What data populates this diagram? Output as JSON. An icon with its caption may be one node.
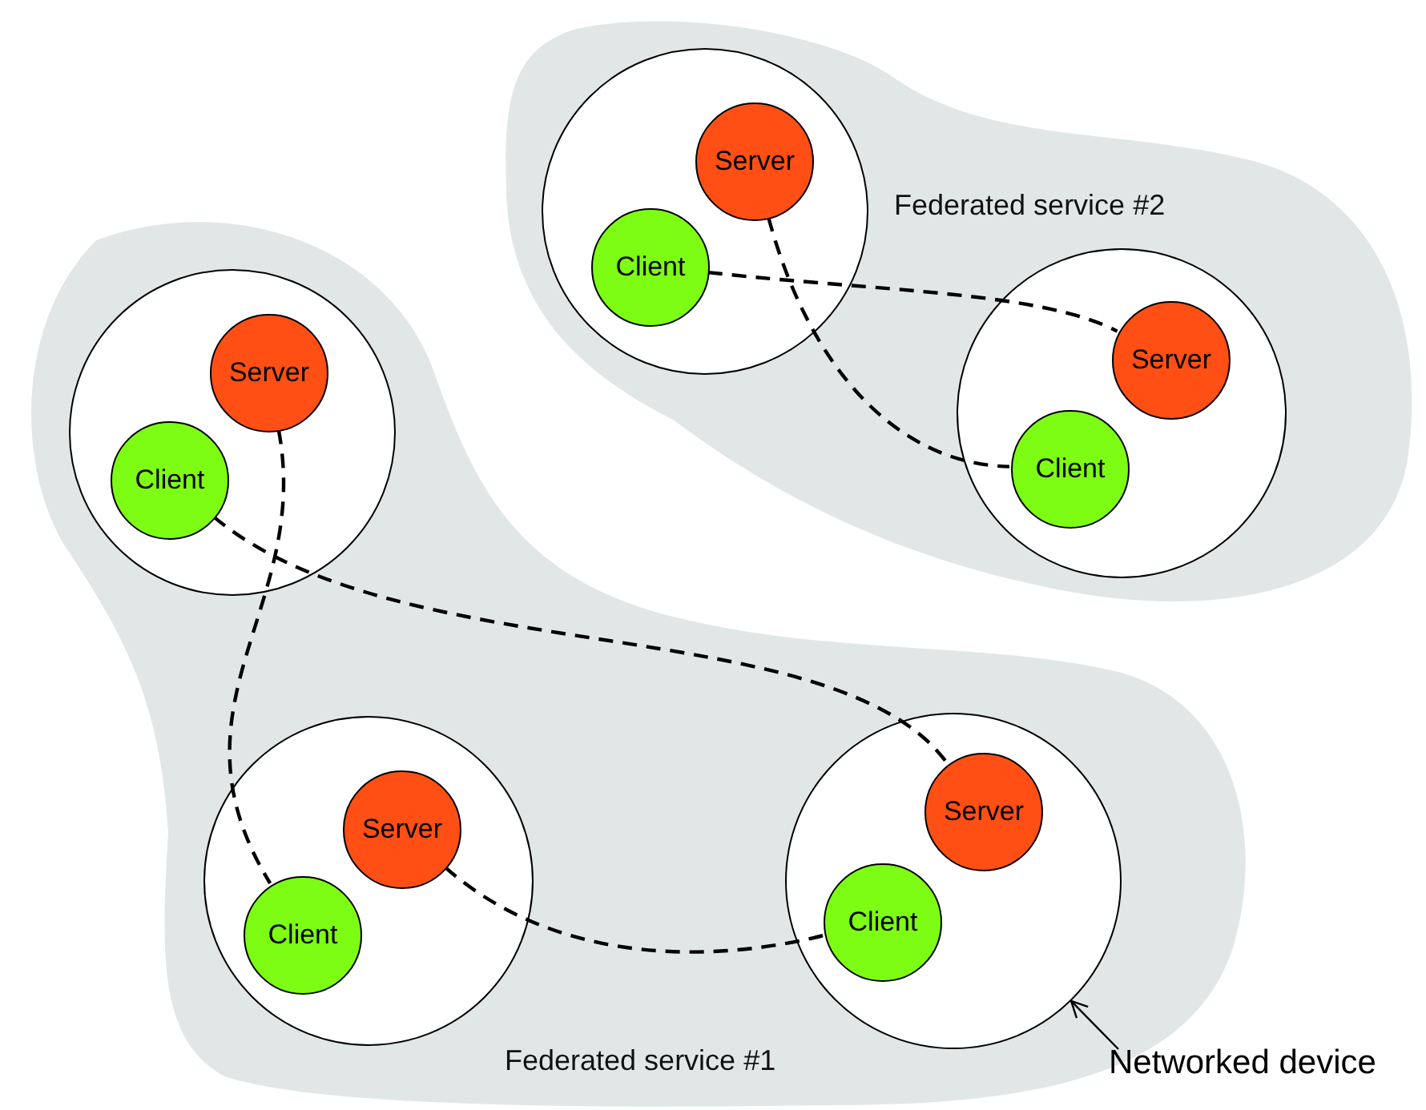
{
  "diagram": {
    "nodes": [
      {
        "text": [
          "Federated service #2"
        ]
      },
      {
        "text": [],
        "shape": "circle",
        "in": 0
      },
      {
        "text": [
          "Server"
        ],
        "in": 1
      },
      {
        "text": [
          "Client"
        ],
        "in": 1
      },
      {
        "text": [],
        "shape": "circle",
        "in": 0
      },
      {
        "text": [
          "Server"
        ],
        "in": 4
      },
      {
        "text": [
          "Client"
        ],
        "in": 4
      },
      {
        "text": [
          "Federated service #1"
        ]
      },
      {
        "text": [],
        "shape": "circle",
        "in": 7
      },
      {
        "text": [
          "Server"
        ],
        "in": 8
      },
      {
        "text": [
          "Client"
        ],
        "in": 8
      },
      {
        "text": [],
        "shape": "circle",
        "in": 7
      },
      {
        "text": [
          "Server"
        ],
        "in": 11
      },
      {
        "text": [
          "Client"
        ],
        "in": 11
      },
      {
        "text": [],
        "shape": "circle",
        "in": 7
      },
      {
        "text": [
          "Server"
        ],
        "in": 14
      },
      {
        "text": [
          "Client"
        ],
        "in": 14
      },
      {
        "text": [
          "Networked device"
        ]
      }
    ],
    "edges": [
      {
        "from": 3,
        "to": 5,
        "arrow": "none",
        "style": "dashed"
      },
      {
        "from": 2,
        "to": 6,
        "arrow": "none",
        "style": "dashed"
      },
      {
        "from": 9,
        "to": 13,
        "arrow": "none",
        "style": "dashed"
      },
      {
        "from": 10,
        "to": 15,
        "arrow": "none",
        "style": "dashed"
      },
      {
        "from": 12,
        "to": 16,
        "arrow": "none",
        "style": "dashed"
      },
      {
        "from": 17,
        "to": 14,
        "arrow": "to"
      }
    ]
  }
}
